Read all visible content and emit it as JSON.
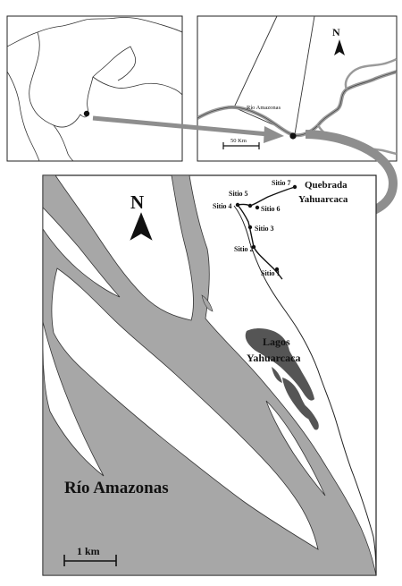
{
  "inset_regional": {
    "river_label": "Río Amazonas",
    "scale_label": "50 Km",
    "north_letter": "N"
  },
  "main_map": {
    "north_letter": "N",
    "scale_label": "1 km",
    "river_label": "Río Amazonas",
    "lake_label_line1": "Lagos",
    "lake_label_line2": "Yahuarcaca",
    "stream_label_line1": "Quebrada",
    "stream_label_line2": "Yahuarcaca",
    "sites": [
      {
        "id": "sitio-7",
        "label": "Sitio 7"
      },
      {
        "id": "sitio-5",
        "label": "Sitio  5"
      },
      {
        "id": "sitio-4",
        "label": "Sitio 4"
      },
      {
        "id": "sitio-6",
        "label": "Sitio 6"
      },
      {
        "id": "sitio-3",
        "label": "Sitio 3"
      },
      {
        "id": "sitio-2",
        "label": "Sitio 2"
      },
      {
        "id": "sitio-1",
        "label": "Sitio 1"
      }
    ]
  },
  "colors": {
    "water": "#a7a7a7",
    "lake": "#555555",
    "arrow": "#8e8e8e",
    "outline": "#222222"
  }
}
